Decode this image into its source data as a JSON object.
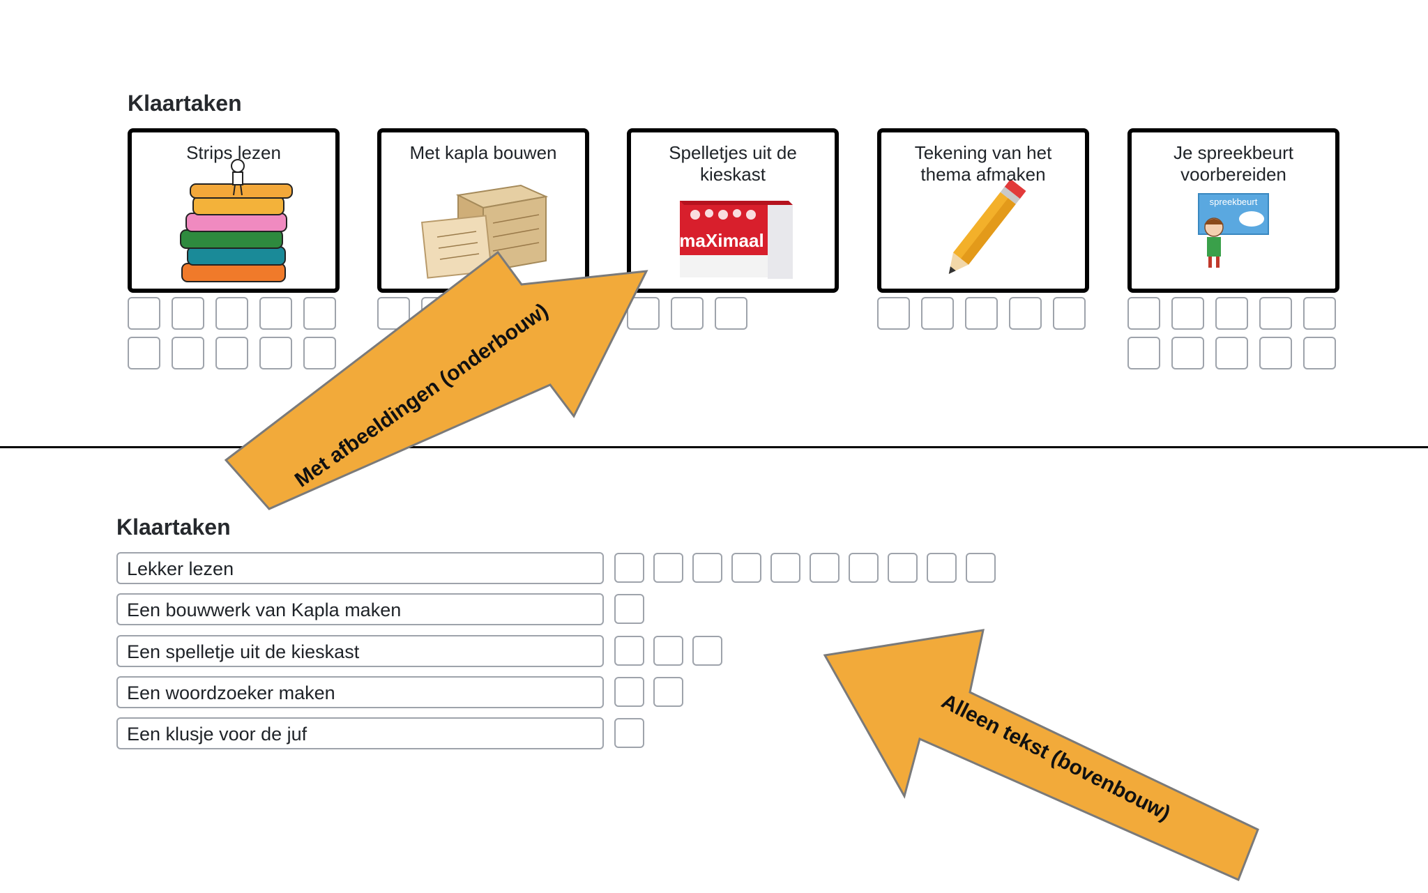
{
  "top_section": {
    "title": "Klaartaken",
    "cards": [
      {
        "label": "Strips lezen",
        "icon": "books-icon",
        "checkboxes": 10
      },
      {
        "label": "Met kapla bouwen",
        "icon": "kapla-box-icon",
        "checkboxes": 2
      },
      {
        "label": "Spelletjes uit de kieskast",
        "icon": "game-box-icon",
        "checkboxes": 3,
        "game_brand": "maXimaal"
      },
      {
        "label": "Tekening van het thema afmaken",
        "icon": "pencil-icon",
        "checkboxes": 5
      },
      {
        "label": "Je spreekbeurt voorbereiden",
        "icon": "presentation-icon",
        "checkboxes": 10,
        "screen_text": "spreekbeurt"
      }
    ]
  },
  "bottom_section": {
    "title": "Klaartaken",
    "tasks": [
      {
        "label": "Lekker lezen",
        "checkboxes": 10
      },
      {
        "label": "Een bouwwerk van Kapla maken",
        "checkboxes": 1
      },
      {
        "label": "Een spelletje uit de kieskast",
        "checkboxes": 3
      },
      {
        "label": "Een woordzoeker maken",
        "checkboxes": 2
      },
      {
        "label": "Een klusje voor de juf",
        "checkboxes": 1
      }
    ]
  },
  "annotations": {
    "arrow_images": "Met afbeeldingen (onderbouw)",
    "arrow_text": "Alleen tekst (bovenbouw)",
    "arrow_color": "#f2aa3a"
  }
}
